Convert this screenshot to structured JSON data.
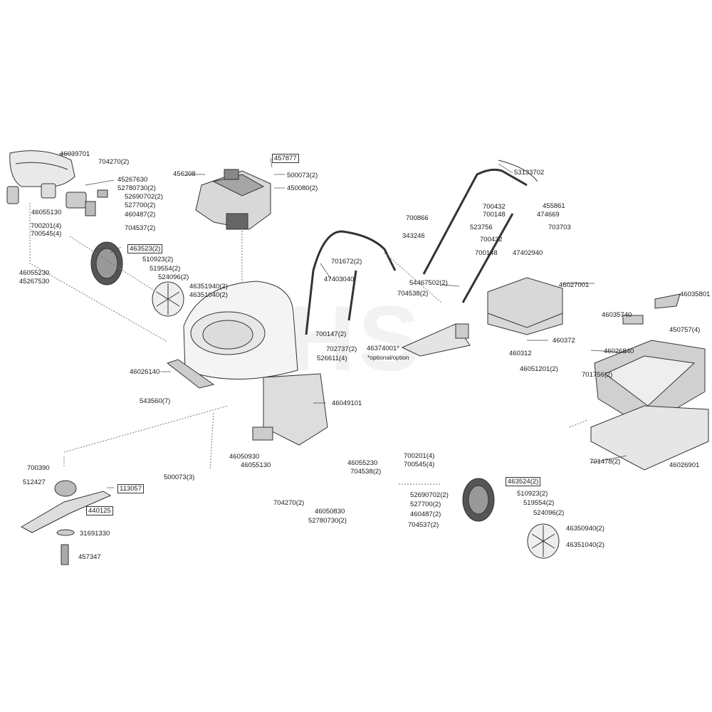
{
  "watermark": "GHS",
  "parts": {
    "p46039701": "46039701",
    "p704270a": "704270(2)",
    "p45267630": "45267630",
    "p52780730a": "52780730(2)",
    "p52690702a": "52690702(2)",
    "p527700a": "527700(2)",
    "p460487a": "460487(2)",
    "p704537a": "704537(2)",
    "p46055130a": "46055130",
    "p700201a": "700201(4)",
    "p700545a": "700545(4)",
    "p46055230a": "46055230",
    "p45267530": "45267530",
    "p457877": "457877",
    "p456208": "456208",
    "p500073a": "500073(2)",
    "p450080": "450080(2)",
    "p463523": "463523(2)",
    "p510923a": "510923(2)",
    "p519554a": "519554(2)",
    "p524096a": "524096(2)",
    "p46351940": "46351940(2)",
    "p46351040a": "46351040(2)",
    "p47403040": "47403040",
    "p701672": "701672(2)",
    "p54467502": "54467502(2)",
    "p704538a": "704538(2)",
    "p53133702": "53133702",
    "p700432a": "700432",
    "p700148a": "700148",
    "p455861": "455861",
    "p474669": "474669",
    "p700866": "700866",
    "p703703": "703703",
    "p523756": "523756",
    "p343246": "343246",
    "p700432b": "700432",
    "p700148b": "700148",
    "p47402940": "47402940",
    "p46027001": "46027001",
    "p46035801": "46035801",
    "p46035740": "46035740",
    "p450757": "450757(4)",
    "p46026840": "46026840",
    "p460372": "460372",
    "p460312": "460312",
    "p46051201": "46051201(2)",
    "p701756": "701756(2)",
    "p701478": "701478(2)",
    "p46026901": "46026901",
    "p700147": "700147(2)",
    "p702737": "702737(2)",
    "p526611": "526611(4)",
    "p46374001": "46374001*",
    "p46374001note": "*optional/option",
    "p46026140": "46026140",
    "p543560": "543560(7)",
    "p46049101": "46049101",
    "p46050930": "46050930",
    "p46055130b": "46055130",
    "p500073b": "500073(3)",
    "p700390": "700390",
    "p512427": "512427",
    "p113057": "113057",
    "p440125": "440125",
    "p31691330": "31691330",
    "p457347": "457347",
    "p46055230b": "46055230",
    "p704538b": "704538(2)",
    "p700201b": "700201(4)",
    "p700545b": "700545(4)",
    "p704270b": "704270(2)",
    "p46050830": "46050830",
    "p52780730b": "52780730(2)",
    "p52690702b": "52690702(2)",
    "p527700b": "527700(2)",
    "p460487b": "460487(2)",
    "p704537b": "704537(2)",
    "p463524": "463524(2)",
    "p510923b": "510923(2)",
    "p519554b": "519554(2)",
    "p524096b": "524096(2)",
    "p46350940": "46350940(2)",
    "p46351040b": "46351040(2)"
  }
}
